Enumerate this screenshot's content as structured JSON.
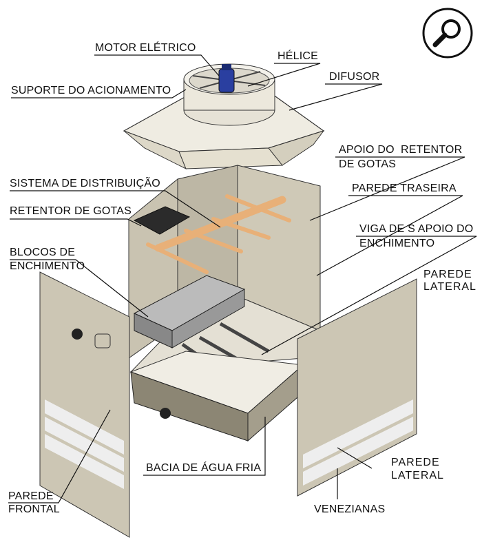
{
  "labels": {
    "motor": "MOTOR ELÉTRICO",
    "helice": "HÉLICE",
    "difusor": "DIFUSOR",
    "suporte": "SUPORTE DO ACIONAMENTO",
    "apoio_retentor_1": "APOIO DO  RETENTOR",
    "apoio_retentor_2": "DE GOTAS",
    "sistema": "SISTEMA DE DISTRIBUIÇÃO",
    "parede_traseira": "PAREDE TRASEIRA",
    "retentor": "RETENTOR DE GOTAS",
    "viga_1": "VIGA DE S APOIO DO",
    "viga_2": "ENCHIMENTO",
    "blocos_1": "BLOCOS DE",
    "blocos_2": "ENCHIMENTO",
    "parede_lateral_top_1": "PAREDE",
    "parede_lateral_top_2": "LATERAL",
    "bacia": "BACIA DE ÁGUA FRIA",
    "parede_lateral_bot_1": "PAREDE",
    "parede_lateral_bot_2": "LATERAL",
    "parede_frontal_1": "PAREDE",
    "parede_frontal_2": "FRONTAL",
    "venezianas": "VENEZIANAS"
  },
  "icons": {
    "zoom": "magnifier-icon"
  },
  "colors": {
    "panel": "#ccc6b4",
    "panel_dark": "#9c9684",
    "pipe": "#e8b078",
    "motor": "#2a3fa0",
    "leader": "#1a2a8a"
  }
}
